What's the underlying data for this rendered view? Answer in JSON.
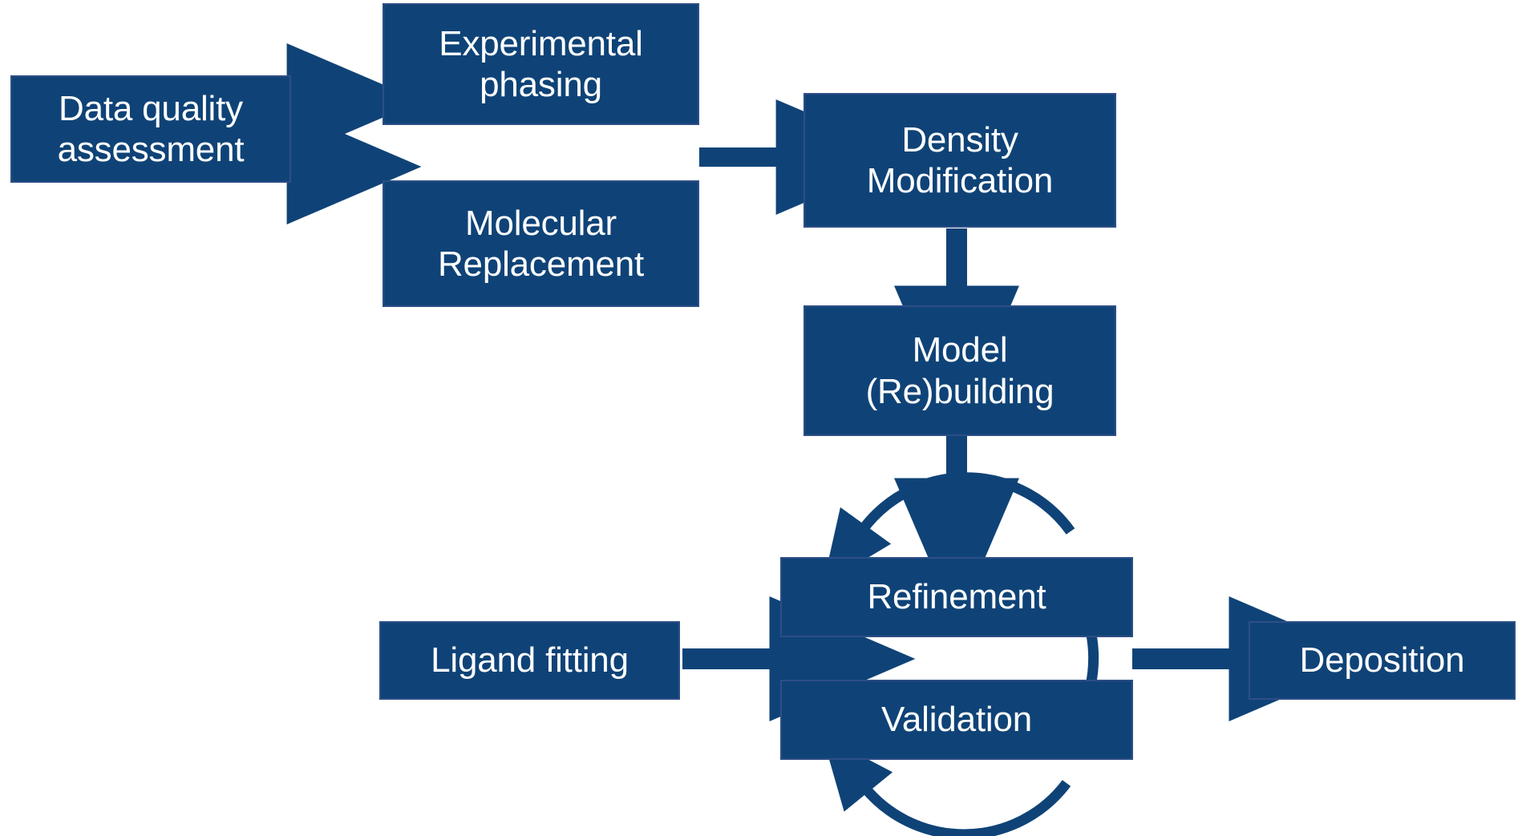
{
  "diagram": {
    "title": "Macromolecular crystallography structure determination workflow",
    "background_color": "#FFFFFF",
    "box_fill_color": "#0F4377",
    "box_border_color": "#2E4E86",
    "box_text_color": "#FFFFFF",
    "arrow_color": "#0F4377",
    "nodes": [
      {
        "id": "data-quality-assessment",
        "label": "Data quality\nassessment"
      },
      {
        "id": "experimental-phasing",
        "label": "Experimental\nphasing"
      },
      {
        "id": "molecular-replacement",
        "label": "Molecular\nReplacement"
      },
      {
        "id": "density-modification",
        "label": "Density\nModification"
      },
      {
        "id": "model-rebuilding",
        "label": "Model\n(Re)building"
      },
      {
        "id": "refinement",
        "label": "Refinement"
      },
      {
        "id": "validation",
        "label": "Validation"
      },
      {
        "id": "ligand-fitting",
        "label": "Ligand fitting"
      },
      {
        "id": "deposition",
        "label": "Deposition"
      }
    ],
    "edges": [
      {
        "from": "data-quality-assessment",
        "to": "experimental-phasing",
        "style": "straight-arrow"
      },
      {
        "from": "data-quality-assessment",
        "to": "molecular-replacement",
        "style": "straight-arrow"
      },
      {
        "from": "experimental-phasing",
        "to": "density-modification",
        "style": "straight-arrow"
      },
      {
        "from": "molecular-replacement",
        "to": "density-modification",
        "style": "straight-arrow"
      },
      {
        "from": "density-modification",
        "to": "model-rebuilding",
        "style": "straight-arrow-down"
      },
      {
        "from": "model-rebuilding",
        "to": "refinement",
        "style": "straight-arrow-down"
      },
      {
        "from": "refinement",
        "to": "validation",
        "style": "circular-arrow"
      },
      {
        "from": "validation",
        "to": "refinement",
        "style": "circular-arrow"
      },
      {
        "from": "ligand-fitting",
        "to": "refinement",
        "style": "straight-arrow"
      },
      {
        "from": "validation",
        "to": "deposition",
        "style": "straight-arrow"
      }
    ]
  }
}
